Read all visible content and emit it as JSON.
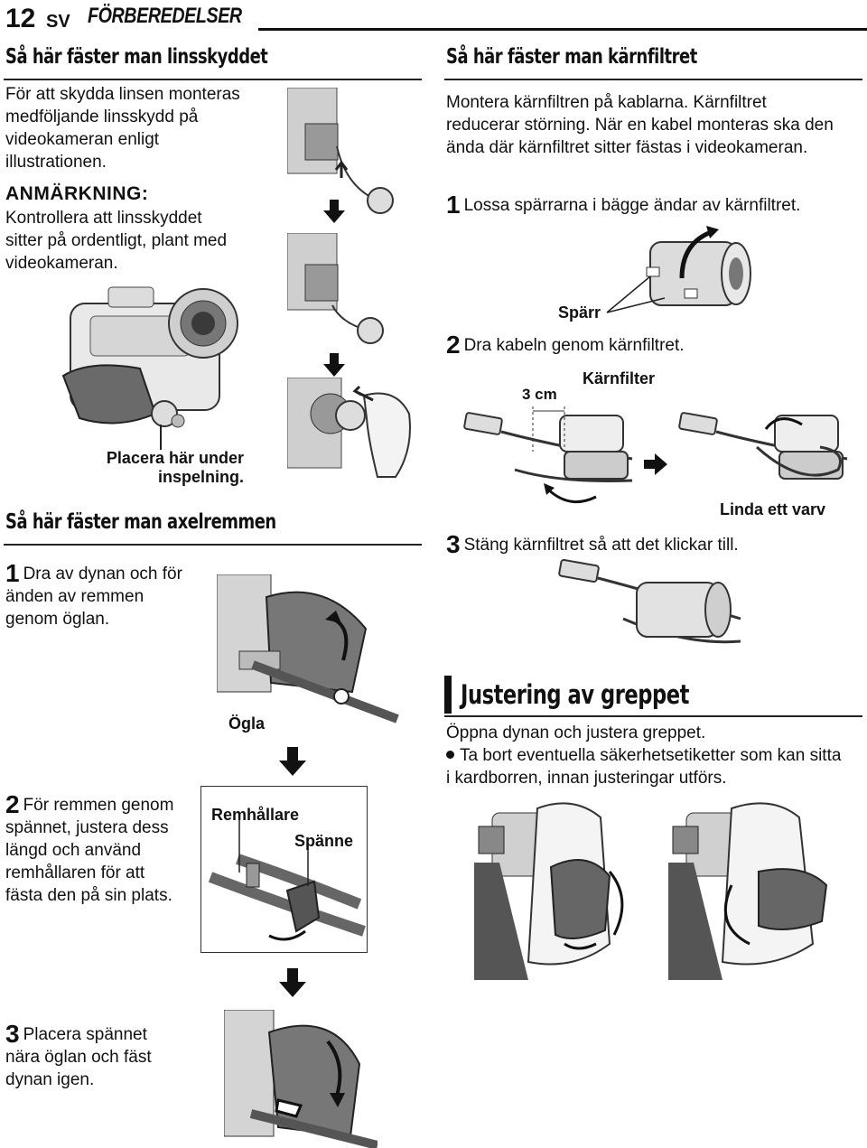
{
  "header": {
    "page_number": "12",
    "language": "SV",
    "section": "FÖRBEREDELSER"
  },
  "lens_cap": {
    "heading": "Så här fäster man linsskyddet",
    "body": "För att skydda linsen monteras medföljande linsskydd på videokameran enligt illustrationen.",
    "note_title": "ANMÄRKNING:",
    "note_body": "Kontrollera att linsskyddet sitter på ordentligt, plant med videokameran.",
    "callout": "Placera här under inspelning."
  },
  "core_filter": {
    "heading": "Så här fäster man kärnfiltret",
    "body": "Montera kärnfiltren på kablarna. Kärnfiltret reducerar störning. När en kabel monteras ska den ända där kärnfiltret sitter fästas i videokameran.",
    "steps": [
      {
        "num": "1",
        "text": "Lossa spärrarna i bägge ändar av kärnfiltret."
      },
      {
        "num": "2",
        "text": "Dra kabeln genom kärnfiltret."
      },
      {
        "num": "3",
        "text": "Stäng kärnfiltret så att det klickar till."
      }
    ],
    "labels": {
      "sparr": "Spärr",
      "karnfilter": "Kärnfilter",
      "distance": "3 cm",
      "wind": "Linda ett varv"
    }
  },
  "shoulder_strap": {
    "heading": "Så här fäster man axelremmen",
    "steps": [
      {
        "num": "1",
        "text": "Dra av dynan och för änden av remmen genom öglan."
      },
      {
        "num": "2",
        "text": "För remmen genom spännet, justera dess längd och använd remhållaren för att fästa den på sin plats."
      },
      {
        "num": "3",
        "text": "Placera spännet nära öglan och fäst dynan igen."
      }
    ],
    "labels": {
      "ogla": "Ögla",
      "remhallare": "Remhållare",
      "spanne": "Spänne"
    }
  },
  "grip": {
    "heading": "Justering av greppet",
    "body": "Öppna dynan och justera greppet.",
    "bullet": "Ta bort eventuella säkerhetsetiketter som kan sitta i kardborren, innan justeringar utförs."
  }
}
